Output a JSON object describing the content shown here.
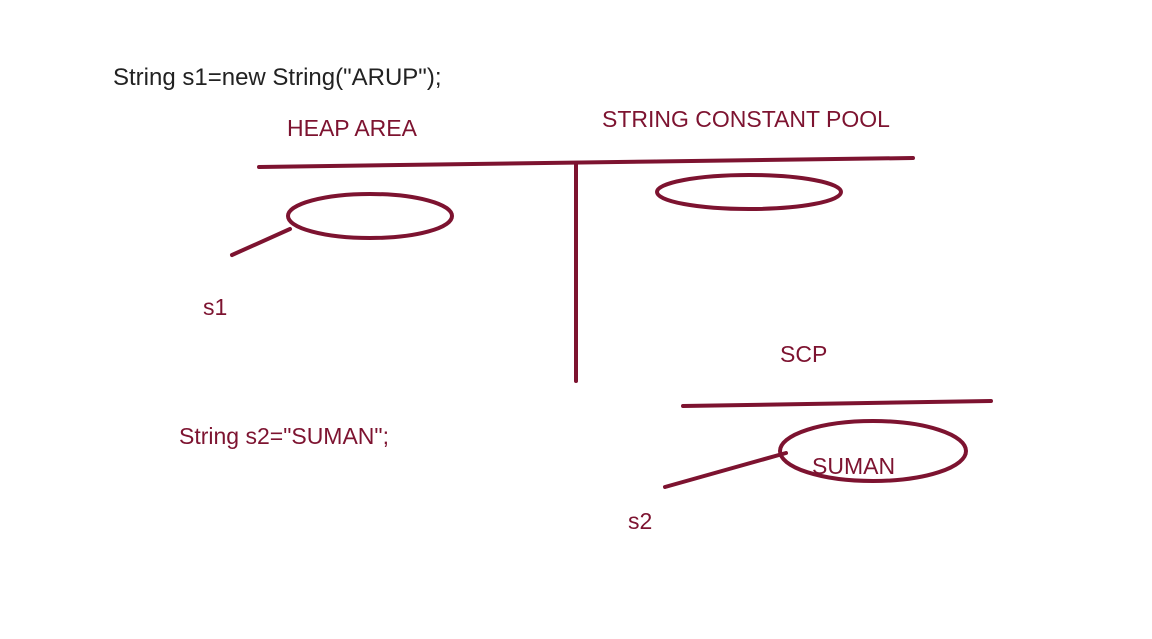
{
  "colors": {
    "ink": "#7d1330",
    "code_text": "#222222",
    "background": "#ffffff"
  },
  "code": {
    "line1": "String s1=new String(\"ARUP\");",
    "line2": "String s2=\"SUMAN\";"
  },
  "regions": {
    "heap_label": "HEAP AREA",
    "pool_label": "STRING CONSTANT POOL",
    "scp_label": "SCP"
  },
  "refs": {
    "s1": "s1",
    "s2": "s2"
  },
  "objects": {
    "scp_object": "SUMAN"
  }
}
